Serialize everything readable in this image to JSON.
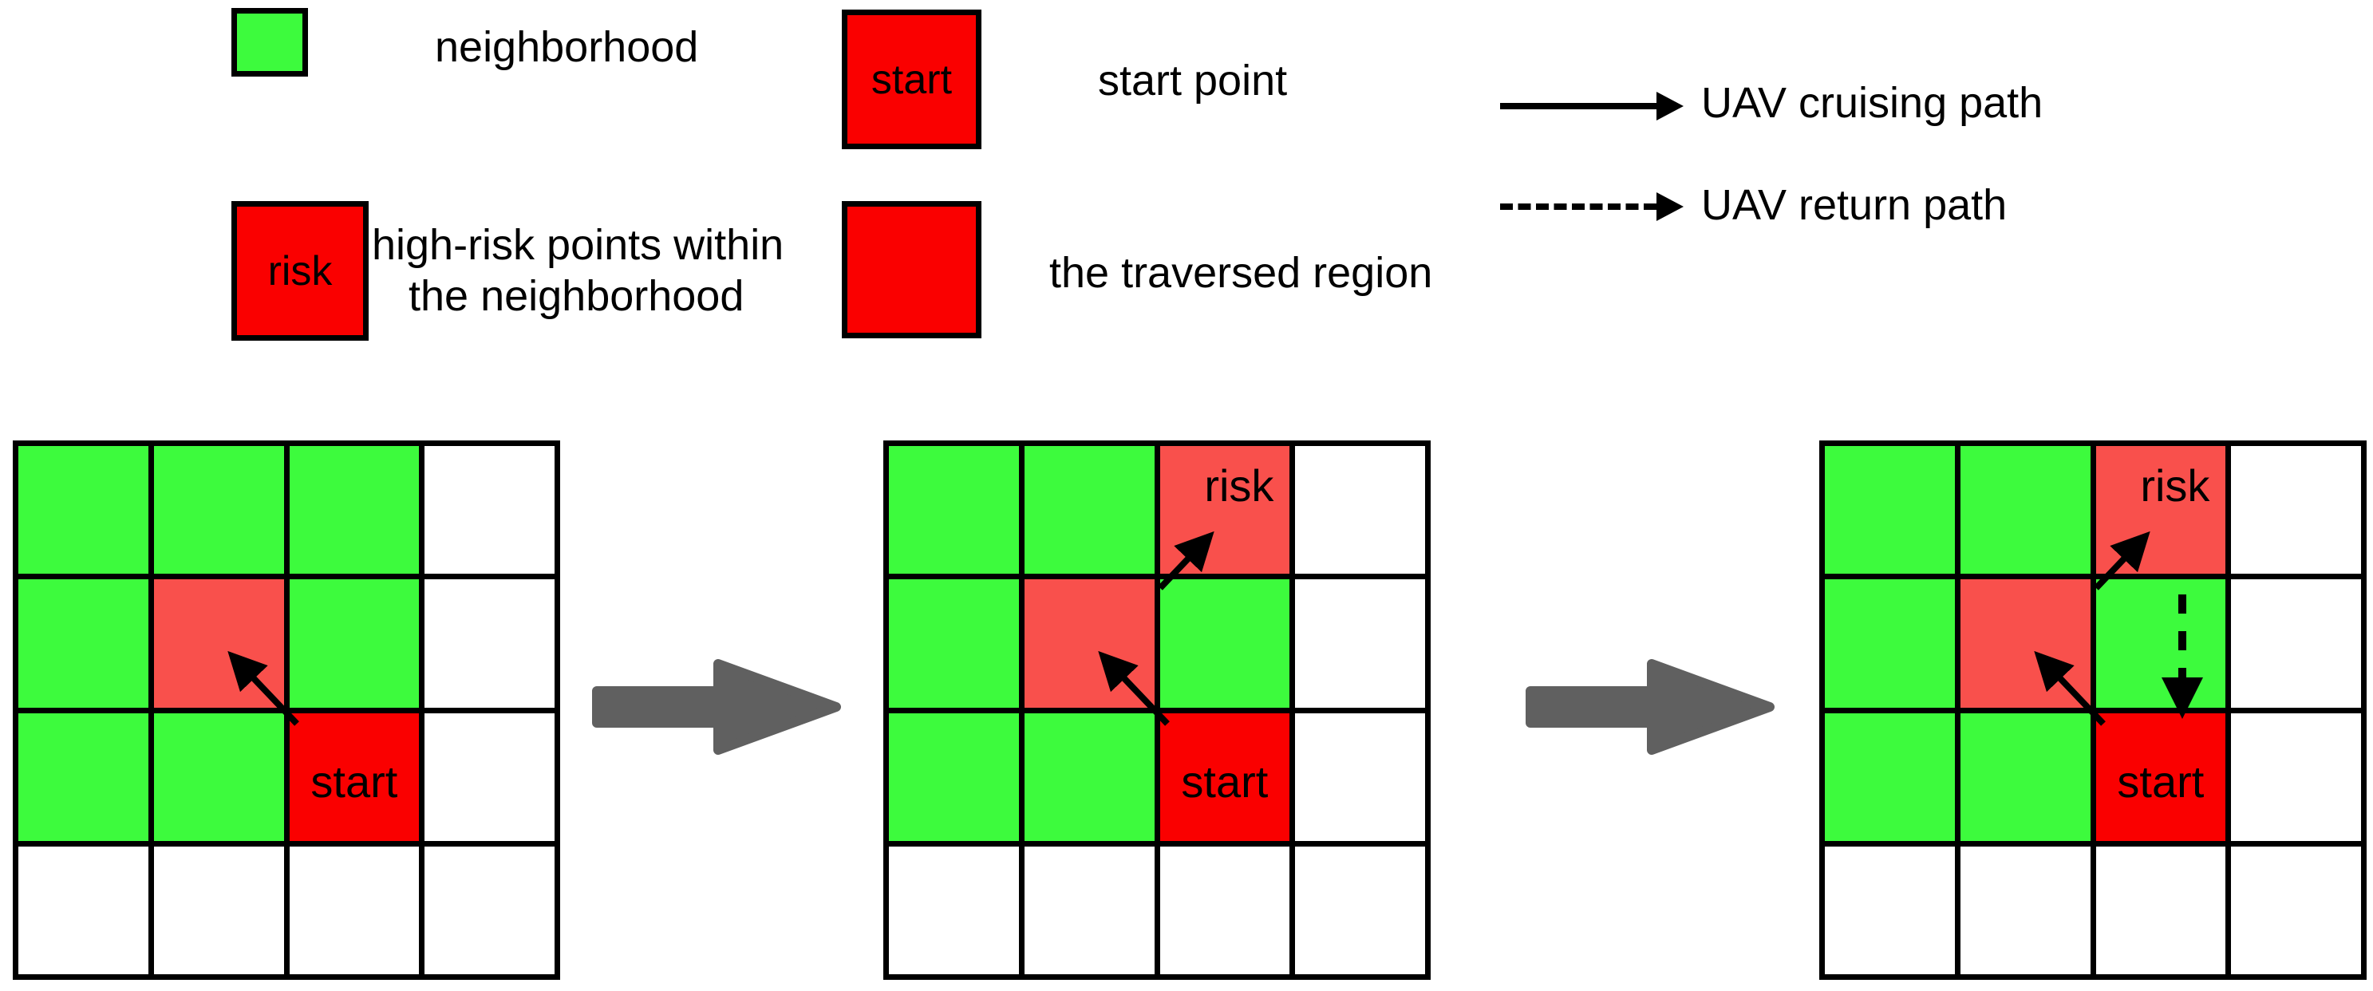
{
  "legend": {
    "items": [
      {
        "id": "neighborhood",
        "swatch_color": "#3DFB3D",
        "swatch_text": "",
        "label": "neighborhood"
      },
      {
        "id": "start-point",
        "swatch_color": "#FA0000",
        "swatch_text": "start",
        "label": "start point"
      },
      {
        "id": "high-risk",
        "swatch_color": "#FA0000",
        "swatch_text": "risk",
        "label_line1": "high-risk points within",
        "label_line2": "the neighborhood"
      },
      {
        "id": "traversed",
        "swatch_color": "#FA0000",
        "swatch_text": "",
        "label": "the traversed region"
      }
    ],
    "paths": [
      {
        "id": "cruising",
        "style": "solid",
        "label": "UAV cruising path"
      },
      {
        "id": "return",
        "style": "dashed",
        "label": "UAV return path"
      }
    ]
  },
  "colors": {
    "neighborhood_green": "#3DFB3D",
    "risk_light_red": "#F9504C",
    "start_red": "#FA0000",
    "grid_line": "#000000",
    "step_arrow_gray": "#606060",
    "background": "#FFFFFF"
  },
  "grids": [
    {
      "id": "stage-1",
      "rows": 4,
      "cols": 4,
      "cells": [
        [
          {
            "fill": "green",
            "text": ""
          },
          {
            "fill": "green",
            "text": ""
          },
          {
            "fill": "green",
            "text": ""
          },
          {
            "fill": "white",
            "text": ""
          }
        ],
        [
          {
            "fill": "green",
            "text": ""
          },
          {
            "fill": "risk",
            "text": ""
          },
          {
            "fill": "green",
            "text": ""
          },
          {
            "fill": "white",
            "text": ""
          }
        ],
        [
          {
            "fill": "green",
            "text": ""
          },
          {
            "fill": "green",
            "text": ""
          },
          {
            "fill": "start",
            "text": "start"
          },
          {
            "fill": "white",
            "text": ""
          }
        ],
        [
          {
            "fill": "white",
            "text": ""
          },
          {
            "fill": "white",
            "text": ""
          },
          {
            "fill": "white",
            "text": ""
          },
          {
            "fill": "white",
            "text": ""
          }
        ]
      ],
      "arrows": [
        {
          "id": "cruise-start-to-risk",
          "style": "solid",
          "from": [
            2,
            2
          ],
          "to": [
            1,
            1
          ]
        }
      ]
    },
    {
      "id": "stage-2",
      "rows": 4,
      "cols": 4,
      "cells": [
        [
          {
            "fill": "green",
            "text": ""
          },
          {
            "fill": "green",
            "text": ""
          },
          {
            "fill": "risk",
            "text": "risk"
          },
          {
            "fill": "white",
            "text": ""
          }
        ],
        [
          {
            "fill": "green",
            "text": ""
          },
          {
            "fill": "risk",
            "text": ""
          },
          {
            "fill": "green",
            "text": ""
          },
          {
            "fill": "white",
            "text": ""
          }
        ],
        [
          {
            "fill": "green",
            "text": ""
          },
          {
            "fill": "green",
            "text": ""
          },
          {
            "fill": "start",
            "text": "start"
          },
          {
            "fill": "white",
            "text": ""
          }
        ],
        [
          {
            "fill": "white",
            "text": ""
          },
          {
            "fill": "white",
            "text": ""
          },
          {
            "fill": "white",
            "text": ""
          },
          {
            "fill": "white",
            "text": ""
          }
        ]
      ],
      "arrows": [
        {
          "id": "cruise-start-to-mid",
          "style": "solid",
          "from": [
            2,
            2
          ],
          "to": [
            1,
            1
          ]
        },
        {
          "id": "cruise-mid-to-risk",
          "style": "solid",
          "from": [
            1,
            1
          ],
          "to": [
            0,
            2
          ]
        }
      ]
    },
    {
      "id": "stage-3",
      "rows": 4,
      "cols": 4,
      "cells": [
        [
          {
            "fill": "green",
            "text": ""
          },
          {
            "fill": "green",
            "text": ""
          },
          {
            "fill": "risk",
            "text": "risk"
          },
          {
            "fill": "white",
            "text": ""
          }
        ],
        [
          {
            "fill": "green",
            "text": ""
          },
          {
            "fill": "risk",
            "text": ""
          },
          {
            "fill": "green",
            "text": ""
          },
          {
            "fill": "white",
            "text": ""
          }
        ],
        [
          {
            "fill": "green",
            "text": ""
          },
          {
            "fill": "green",
            "text": ""
          },
          {
            "fill": "start",
            "text": "start"
          },
          {
            "fill": "white",
            "text": ""
          }
        ],
        [
          {
            "fill": "white",
            "text": ""
          },
          {
            "fill": "white",
            "text": ""
          },
          {
            "fill": "white",
            "text": ""
          },
          {
            "fill": "white",
            "text": ""
          }
        ]
      ],
      "arrows": [
        {
          "id": "cruise-start-to-mid",
          "style": "solid",
          "from": [
            2,
            2
          ],
          "to": [
            1,
            1
          ]
        },
        {
          "id": "cruise-mid-to-risk",
          "style": "solid",
          "from": [
            1,
            1
          ],
          "to": [
            0,
            2
          ]
        },
        {
          "id": "return-risk-to-start",
          "style": "dashed",
          "from": [
            0,
            2
          ],
          "to": [
            2,
            2
          ]
        }
      ]
    }
  ],
  "step_arrows": [
    {
      "id": "step-arrow-1",
      "direction": "right"
    },
    {
      "id": "step-arrow-2",
      "direction": "right"
    }
  ]
}
